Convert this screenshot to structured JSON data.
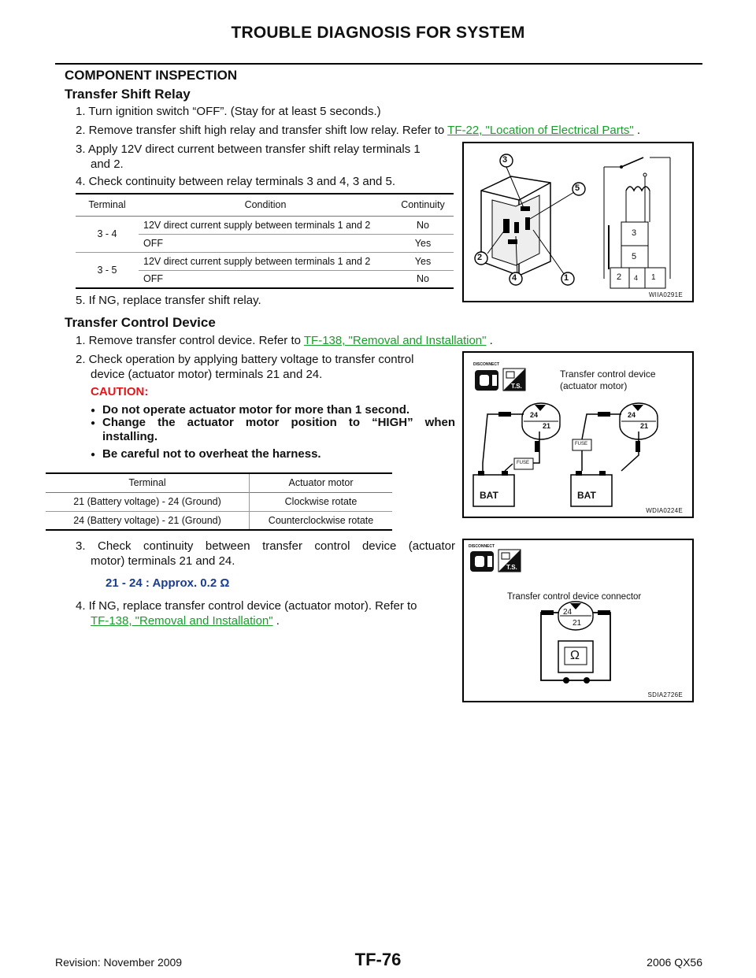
{
  "header": {
    "title": "TROUBLE DIAGNOSIS FOR SYSTEM"
  },
  "section": {
    "title": "COMPONENT INSPECTION"
  },
  "relay": {
    "title": "Transfer Shift Relay",
    "step1": "1.  Turn ignition switch “OFF”. (Stay for at least 5 seconds.)",
    "step2_text": "2.  Remove transfer shift high relay and transfer shift low relay. Refer to",
    "step2_link": "TF-22, \"Location of Electrical Parts\"",
    "step2_end": ".",
    "step3_line1": "3.  Apply 12V direct current between transfer shift relay terminals 1",
    "step3_line2": "and 2.",
    "step4": "4.  Check continuity between relay terminals 3 and 4, 3 and 5.",
    "step5": "5.  If NG, replace transfer shift relay.",
    "table": {
      "headers": [
        "Terminal",
        "Condition",
        "Continuity"
      ],
      "rows": [
        {
          "terminal": "3 - 4",
          "condition": "12V direct current supply between terminals 1 and 2",
          "continuity": "No"
        },
        {
          "terminal": "",
          "condition": "OFF",
          "continuity": "Yes"
        },
        {
          "terminal": "3 - 5",
          "condition": "12V direct current supply between terminals 1 and 2",
          "continuity": "Yes"
        },
        {
          "terminal": "",
          "condition": "OFF",
          "continuity": "No"
        }
      ]
    },
    "figure": {
      "code": "WIIA0291E",
      "callouts": [
        "3",
        "5",
        "2",
        "4",
        "1"
      ],
      "terminals": [
        "3",
        "5",
        "2",
        "4",
        "1"
      ]
    }
  },
  "device": {
    "title": "Transfer Control Device",
    "step1_text": "1.  Remove transfer control device. Refer to",
    "step1_link": "TF-138, \"Removal and Installation\"",
    "step1_end": ".",
    "step2_line1": "2.  Check operation by applying battery voltage to transfer control",
    "step2_line2": "device (actuator motor) terminals 21 and 24.",
    "caution_label": "CAUTION:",
    "cautions": [
      "Do not operate actuator motor for more than 1 second.",
      "Change the actuator motor position to “HIGH” when",
      "installing.",
      "Be careful not to overheat the harness."
    ],
    "table": {
      "headers": [
        "Terminal",
        "Actuator motor"
      ],
      "rows": [
        {
          "terminal": "21 (Battery voltage) - 24 (Ground)",
          "motor": "Clockwise rotate"
        },
        {
          "terminal": "24 (Battery voltage) - 21 (Ground)",
          "motor": "Counterclockwise rotate"
        }
      ]
    },
    "step3_line1": "3.  Check continuity between transfer control device (actuator",
    "step3_line2": "motor) terminals 21 and 24.",
    "spec": "21 - 24    : Approx. 0.2 Ω",
    "step4_line1": "4.  If NG, replace transfer control device (actuator motor).   Refer to",
    "step4_link": "TF-138, \"Removal and Installation\"",
    "step4_end": ".",
    "figure1": {
      "code": "WDIA0224E",
      "disconnect": "DISCONNECT",
      "ts": "T.S.",
      "label_line1": "Transfer control device",
      "label_line2": "(actuator motor)",
      "pins": [
        "24",
        "21"
      ],
      "fuse": "FUSE",
      "bat": "BAT"
    },
    "figure2": {
      "code": "SDIA2726E",
      "disconnect": "DISCONNECT",
      "ts": "T.S.",
      "label": "Transfer control device connector",
      "pins": [
        "24",
        "21"
      ],
      "ohm": "Ω"
    }
  },
  "footer": {
    "page": "TF-76",
    "revision": "Revision: November 2009",
    "model": "2006 QX56"
  }
}
